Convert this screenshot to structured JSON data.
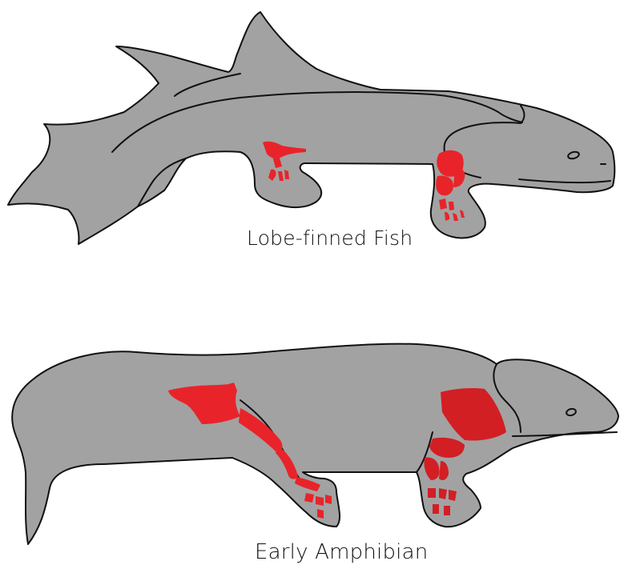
{
  "figure": {
    "panels": [
      {
        "id": "fish",
        "caption": "Lobe-finned Fish"
      },
      {
        "id": "amphibian",
        "caption": "Early Amphibian"
      }
    ]
  },
  "colors": {
    "background": "#ffffff",
    "body_fill": "#a2a2a2",
    "outline": "#111111",
    "bone_highlight": "#e8242a",
    "bone_highlight_dark": "#d21f24"
  }
}
